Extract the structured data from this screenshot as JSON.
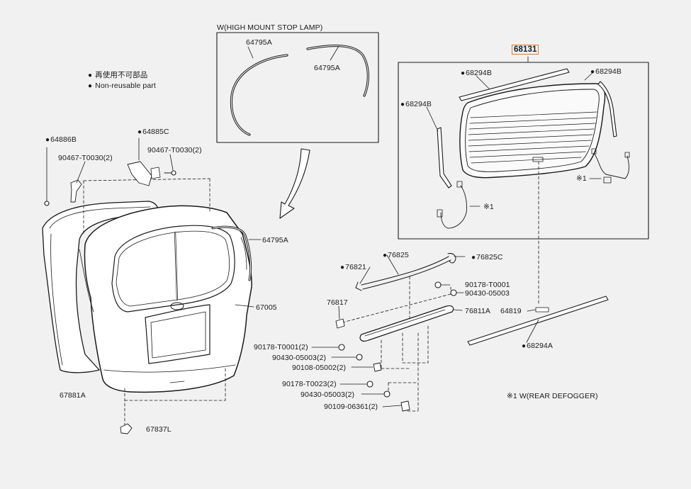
{
  "legend": {
    "non_reusable_jp": "再使用不可部品",
    "non_reusable_en": "Non-reusable part"
  },
  "high_mount_box": {
    "title": "W(HIGH MOUNT STOP LAMP)",
    "left_label": "64795A",
    "right_label": "64795A"
  },
  "rear_window_box": {
    "part": "68131",
    "top_left_weatherstrip": "68294B",
    "top_right_weatherstrip": "68294B",
    "left_weatherstrip": "68294B",
    "defogger_ref_left": "※1",
    "defogger_ref_right": "※1"
  },
  "door_parts": {
    "p64886B": "64886B",
    "p90467_left": "90467-T0030(2)",
    "p64885C": "64885C",
    "p90467_right": "90467-T0030(2)",
    "p64795A": "64795A",
    "p67005": "67005",
    "p67881A": "67881A",
    "p67837L": "67837L"
  },
  "garnish_parts": {
    "p76825": "76825",
    "p76821": "76821",
    "p76825C": "76825C",
    "p90178_T0001_single": "90178-T0001",
    "p90430_05003_single": "90430-05003",
    "p76817": "76817",
    "p76811A": "76811A",
    "p64819": "64819",
    "p68294A": "68294A",
    "p90178_T0001_2": "90178-T0001(2)",
    "p90430_05003_2a": "90430-05003(2)",
    "p90108_05002_2": "90108-05002(2)",
    "p90178_T0023_2": "90178-T0023(2)",
    "p90430_05003_2b": "90430-05003(2)",
    "p90109_06361_2": "90109-06361(2)"
  },
  "footnote": "※1  W(REAR DEFOGGER)",
  "colors": {
    "background": "#f1f1f1",
    "line": "#1a1a1a",
    "highlight": "#e07a2a"
  }
}
